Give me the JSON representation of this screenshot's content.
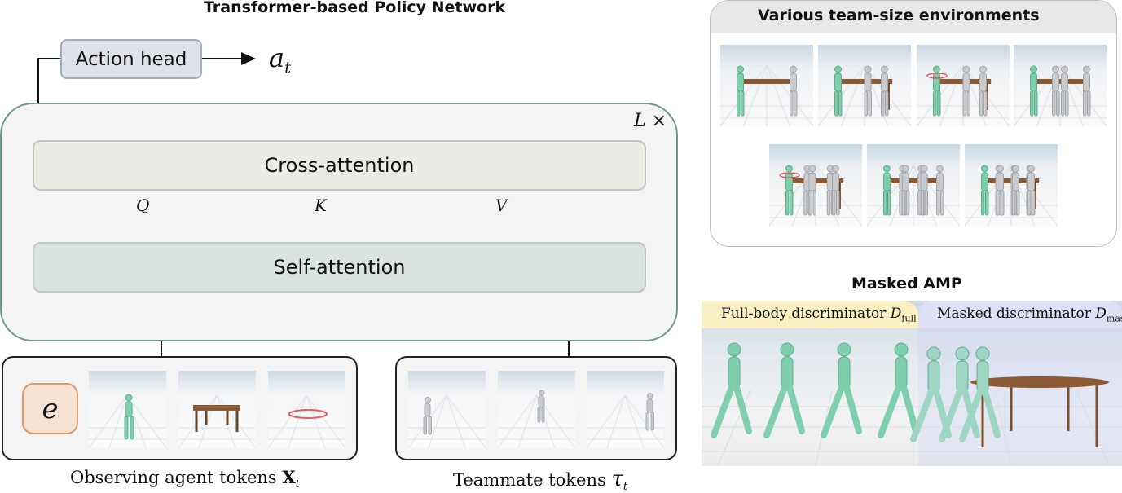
{
  "left": {
    "title": "Transformer-based Policy Network",
    "action_head": "Action head",
    "action_output": "a",
    "action_output_sub": "t",
    "repeat_label": "L ×",
    "cross_attention": "Cross-attention",
    "self_attention": "Self-attention",
    "q_label": "Q",
    "k_label": "K",
    "v_label": "V",
    "embedding_symbol": "e",
    "observing_caption": "Observing agent tokens ",
    "observing_symbol": "X",
    "observing_sub": "t",
    "teammate_caption": "Teammate tokens ",
    "teammate_symbol": "τ",
    "teammate_sub": "t"
  },
  "right_top": {
    "title": "Various team-size environments"
  },
  "right_bottom": {
    "title": "Masked AMP",
    "full_body_label": "Full-body discriminator ",
    "full_body_symbol": "D",
    "full_body_sub": "full",
    "masked_label": "Masked discriminator ",
    "masked_symbol": "D",
    "masked_sub": "mask"
  },
  "colors": {
    "panel_border": "#6e9a88",
    "cross_attention_fill": "#ecece6",
    "self_attention_fill": "#d9e3df",
    "action_head_fill": "#dfe2e8",
    "embedding_fill": "#f7e1d3",
    "embedding_border": "#d99a6c",
    "teammate_green": "#7fcfae",
    "full_body_banner": "#fbf0c4",
    "masked_banner": "#dfe0f6"
  }
}
